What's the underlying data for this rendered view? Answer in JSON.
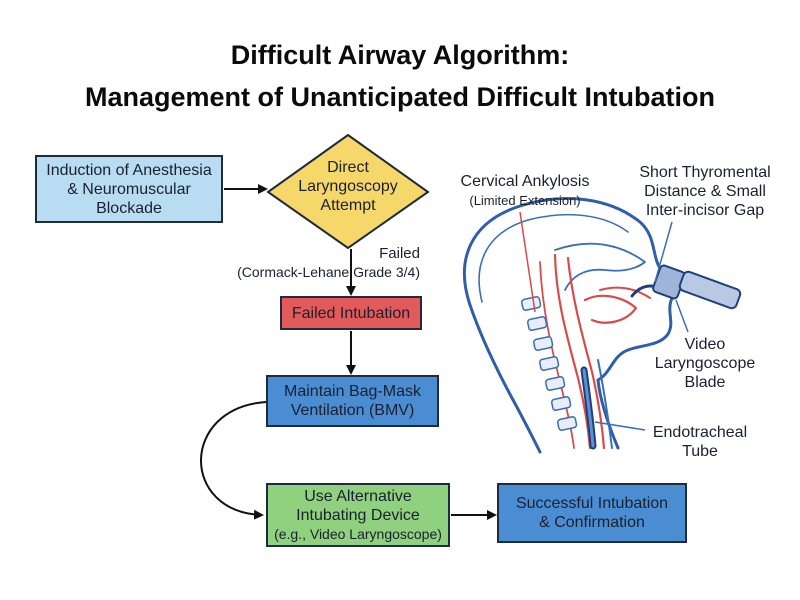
{
  "title": {
    "line1": "Difficult Airway Algorithm:",
    "line2": "Management of Unanticipated Difficult Intubation"
  },
  "flow": {
    "induction": [
      "Induction of Anesthesia",
      "& Neuromuscular",
      "Blockade"
    ],
    "direct": [
      "Direct",
      "Laryngoscopy",
      "Attempt"
    ],
    "failed_label": "Failed",
    "failed_sub": "(Cormack-Lehane Grade 3/4)",
    "failed_intubation": "Failed Intubation",
    "bmv": [
      "Maintain Bag-Mask",
      "Ventilation (BMV)"
    ],
    "alt": [
      "Use Alternative",
      "Intubating Device",
      "(e.g., Video Laryngoscope)"
    ],
    "success": [
      "Successful Intubation",
      "& Confirmation"
    ]
  },
  "anatomy": {
    "cervical": "Cervical Ankylosis",
    "cervical_sub": "(Limited Extension)",
    "thyro": [
      "Short Thyromental",
      "Distance & Small",
      "Inter-incisor Gap"
    ],
    "video": [
      "Video",
      "Laryngoscope",
      "Blade"
    ],
    "ett": [
      "Endotracheal",
      "Tube"
    ]
  },
  "colors": {
    "induction": "#b8dcf2",
    "direct": "#f6d76a",
    "failed": "#e35a5a",
    "bmv": "#4b8dd3",
    "alt": "#8fd17e",
    "success": "#4b8dd3",
    "outline": "#1f2a3a",
    "airway_red": "#d94b4b",
    "anatomy_blue": "#3a6fb5"
  }
}
